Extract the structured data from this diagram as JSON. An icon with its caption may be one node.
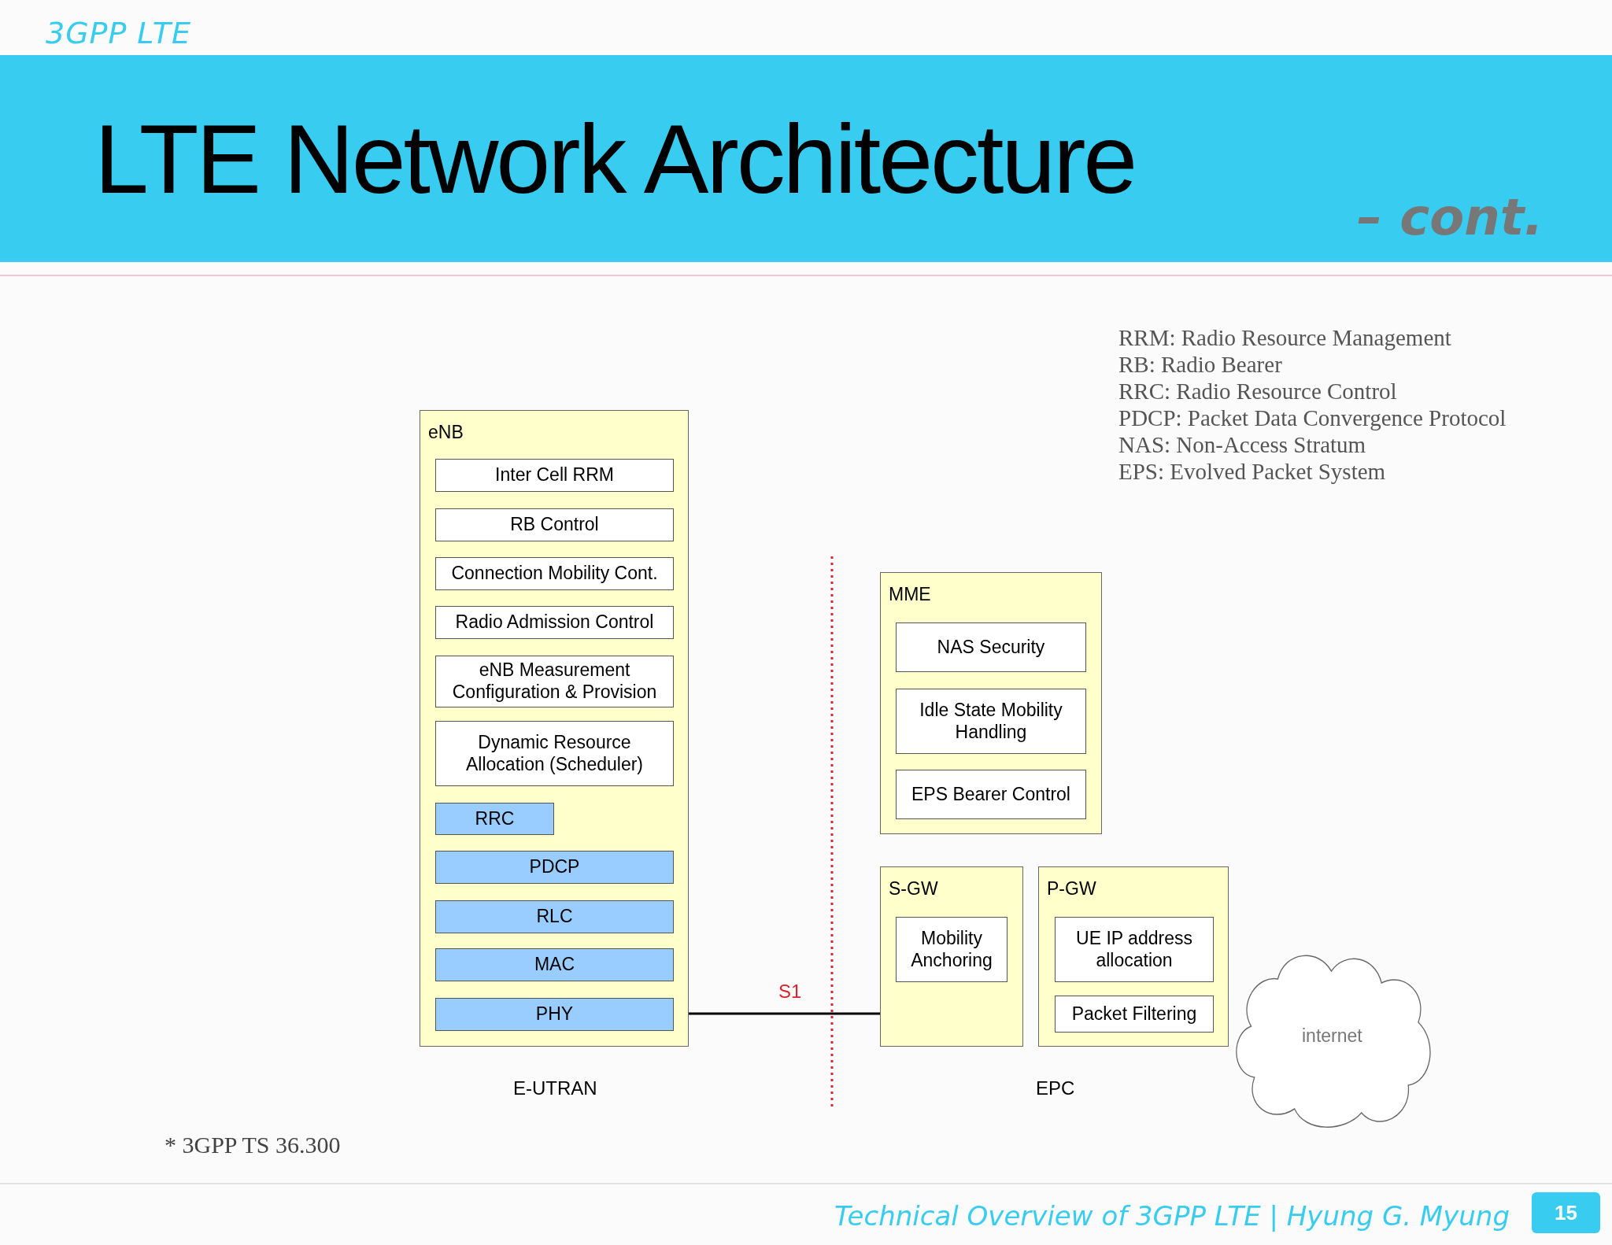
{
  "diagram": {
    "title": "LTE Network Architecture",
    "nodes": [
      {
        "text": [
          "eNB"
        ]
      },
      {
        "text": [
          "Inter Cell RRM"
        ],
        "in": 0
      },
      {
        "text": [
          "RB Control"
        ],
        "in": 0
      },
      {
        "text": [
          "Connection Mobility Cont."
        ],
        "in": 0
      },
      {
        "text": [
          "Radio Admission Control"
        ],
        "in": 0
      },
      {
        "text": [
          "eNB Measurement Configuration & Provision"
        ],
        "in": 0
      },
      {
        "text": [
          "Dynamic Resource Allocation (Scheduler)"
        ],
        "in": 0
      },
      {
        "text": [
          "RRC"
        ],
        "in": 0
      },
      {
        "text": [
          "PDCP"
        ],
        "in": 0
      },
      {
        "text": [
          "RLC"
        ],
        "in": 0
      },
      {
        "text": [
          "MAC"
        ],
        "in": 0
      },
      {
        "text": [
          "PHY"
        ],
        "in": 0
      },
      {
        "text": [
          "MME"
        ]
      },
      {
        "text": [
          "NAS Security"
        ],
        "in": 12
      },
      {
        "text": [
          "Idle State Mobility Handling"
        ],
        "in": 12
      },
      {
        "text": [
          "EPS Bearer Control"
        ],
        "in": 12
      },
      {
        "text": [
          "S-GW"
        ]
      },
      {
        "text": [
          "Mobility Anchoring"
        ],
        "in": 16
      },
      {
        "text": [
          "P-GW"
        ]
      },
      {
        "text": [
          "UE IP address allocation"
        ],
        "in": 18
      },
      {
        "text": [
          "Packet Filtering"
        ],
        "in": 18
      },
      {
        "text": [
          "internet"
        ]
      }
    ],
    "edges": [
      {
        "from": 0,
        "to": 16,
        "arrow": "none",
        "label": "S1"
      }
    ],
    "labels": [
      "3GPP LTE",
      "– cont.",
      "RRM: Radio Resource Management",
      "RB: Radio Bearer",
      "RRC: Radio Resource Control",
      "PDCP: Packet Data Convergence Protocol",
      "NAS: Non-Access Stratum",
      "EPS: Evolved Packet System",
      "E-UTRAN",
      "EPC",
      "* 3GPP TS 36.300",
      "Technical Overview of 3GPP LTE | Hyung G. Myung",
      "15"
    ]
  }
}
